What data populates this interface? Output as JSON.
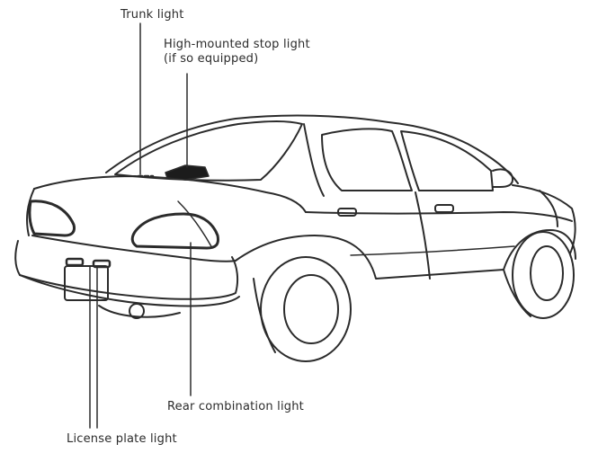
{
  "callouts": {
    "trunk_light": "Trunk light",
    "high_mounted_stop_light": "High-mounted stop light",
    "high_mounted_stop_light_note": "(if so equipped)",
    "rear_combination_light": "Rear combination light",
    "license_plate_light": "License plate light"
  },
  "colors": {
    "line": "#2b2b2b",
    "fill_dark": "#1c1c1c",
    "background": "#ffffff"
  }
}
